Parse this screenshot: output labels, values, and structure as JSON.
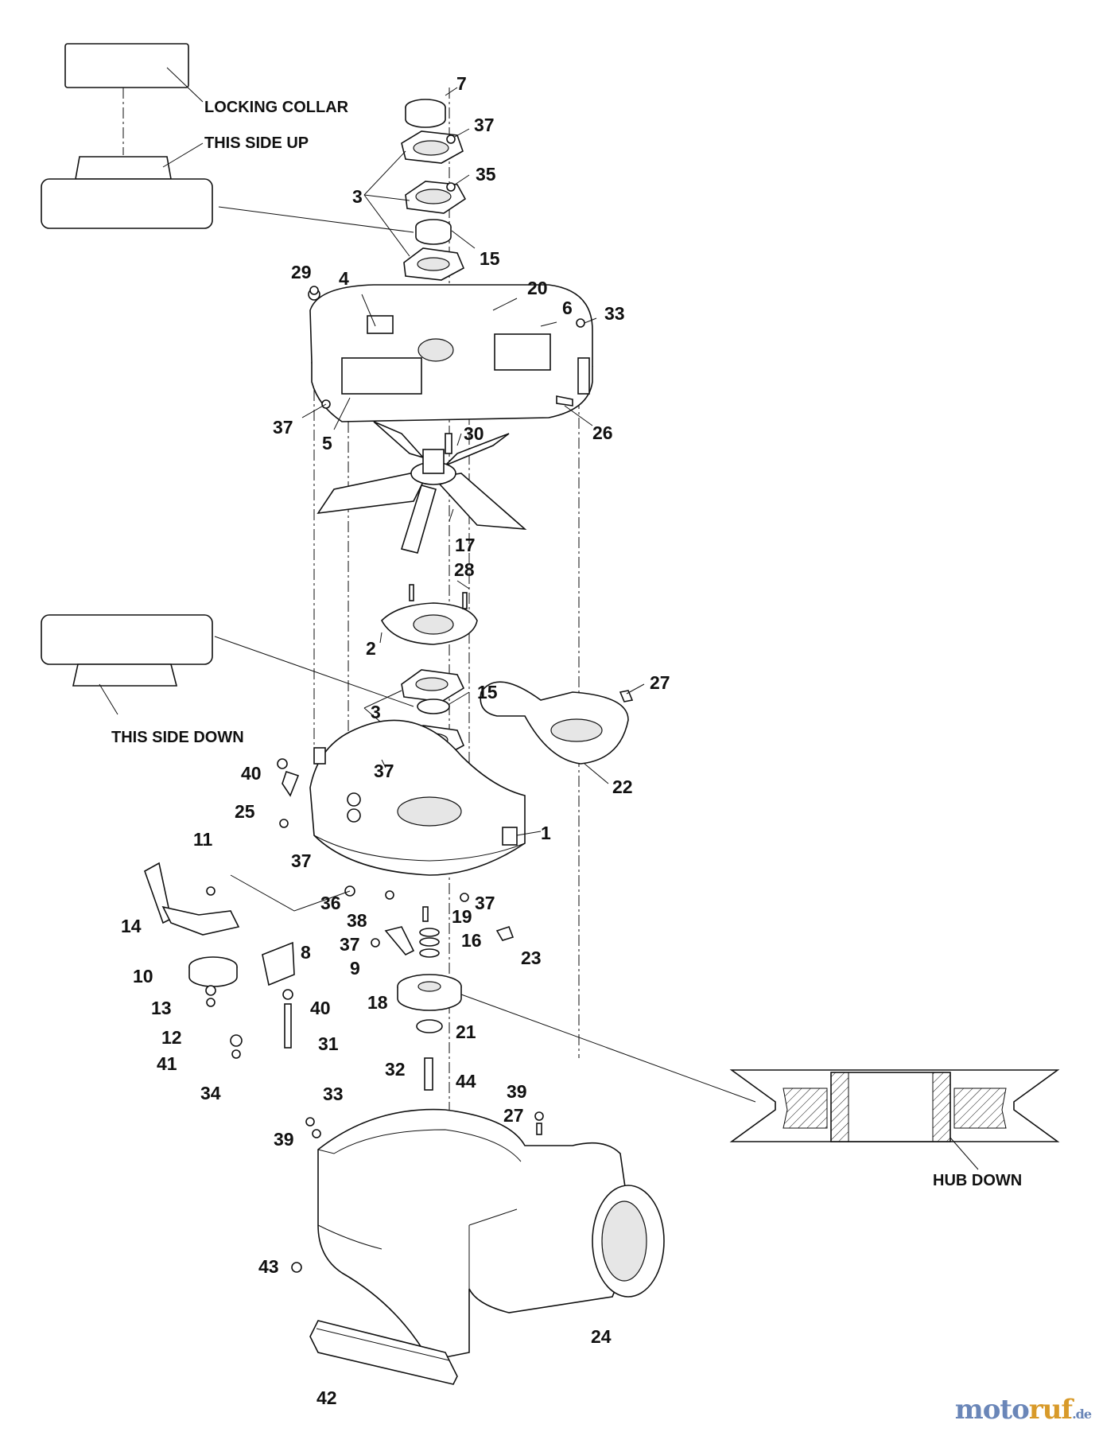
{
  "callouts": [
    "7",
    "37",
    "35",
    "3",
    "15",
    "29",
    "4",
    "20",
    "6",
    "33",
    "37",
    "5",
    "30",
    "26",
    "17",
    "28",
    "2",
    "15",
    "3",
    "27",
    "37",
    "22",
    "40",
    "25",
    "1",
    "37",
    "11",
    "36",
    "37",
    "14",
    "19",
    "38",
    "16",
    "37",
    "23",
    "8",
    "9",
    "10",
    "18",
    "40",
    "13",
    "21",
    "12",
    "31",
    "41",
    "34",
    "32",
    "44",
    "33",
    "39",
    "27",
    "39",
    "43",
    "24",
    "42"
  ],
  "captions": {
    "locking_collar": "LOCKING COLLAR",
    "this_side_up": "THIS SIDE UP",
    "this_side_down": "THIS SIDE DOWN",
    "hub_down": "HUB DOWN"
  },
  "watermark": {
    "a": "moto",
    "b": "ruf",
    "c": ".de"
  }
}
